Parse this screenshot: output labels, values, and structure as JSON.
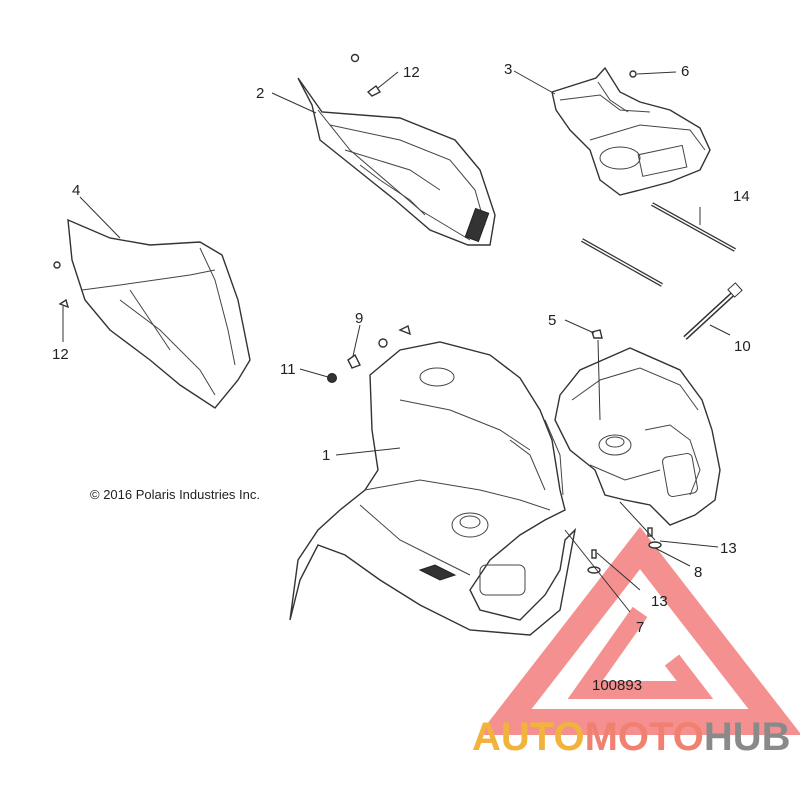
{
  "callouts": {
    "c1": "1",
    "c2": "2",
    "c3": "3",
    "c4": "4",
    "c5": "5",
    "c6": "6",
    "c7": "7",
    "c8": "8",
    "c9": "9",
    "c10": "10",
    "c11": "11",
    "c12a": "12",
    "c12b": "12",
    "c13a": "13",
    "c13b": "13",
    "c14": "14"
  },
  "copyright": "© 2016 Polaris Industries Inc.",
  "diagram_number": "100893",
  "watermark": {
    "auto": "AUTO",
    "moto": "MOTO",
    "hub": "HUB",
    "color_auto": "#f2b33d",
    "color_moto": "#f08070",
    "color_hub": "#8a8a8a",
    "color_triangle": "#f26b6b"
  }
}
